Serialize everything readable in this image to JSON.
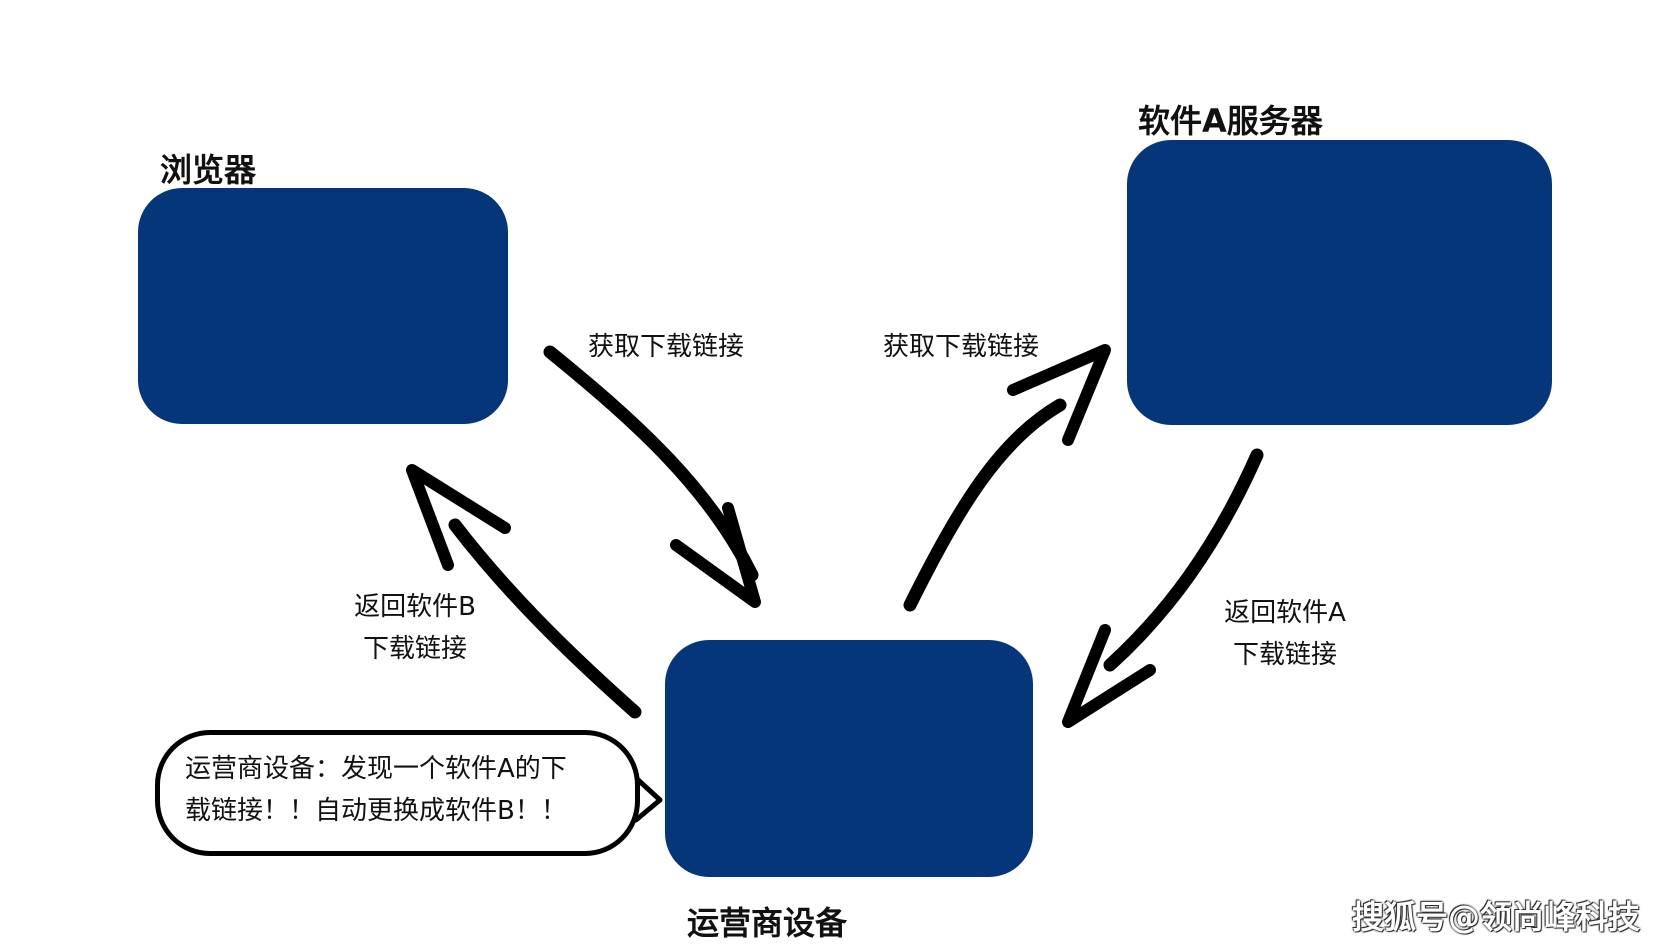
{
  "nodes": {
    "browser": {
      "title": "浏览器"
    },
    "server": {
      "title": "软件A服务器"
    },
    "isp": {
      "title": "运营商设备"
    }
  },
  "edges": {
    "browser_to_isp": {
      "label": "获取下载链接"
    },
    "isp_to_server": {
      "label": "获取下载链接"
    },
    "server_to_isp": {
      "line1": "返回软件A",
      "line2": "下载链接"
    },
    "isp_to_browser": {
      "line1": "返回软件B",
      "line2": "下载链接"
    }
  },
  "bubble": {
    "line1": "运营商设备：发现一个软件A的下",
    "line2": "载链接！！自动更换成软件B！！"
  },
  "watermark": "搜狐号@领尚峰科技",
  "colors": {
    "box_fill": "#06367a",
    "arrow": "#000000",
    "background": "#ffffff"
  }
}
